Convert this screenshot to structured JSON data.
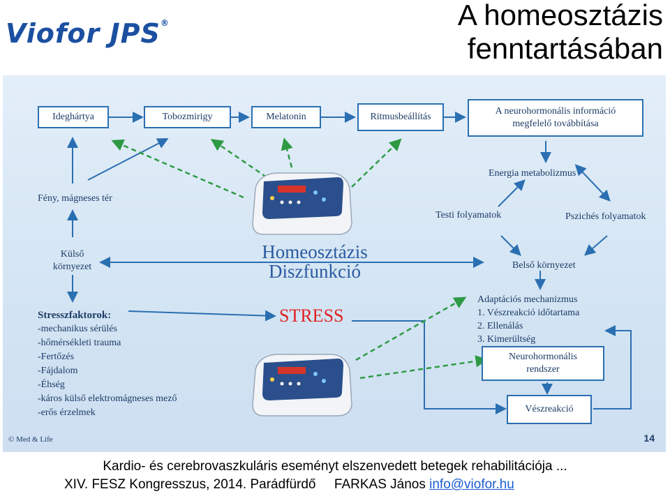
{
  "logo": "Viofor JPS",
  "title_line1": "A homeosztázis",
  "title_line2": "fenntartásában",
  "boxes": {
    "ideghartya": "Ideghártya",
    "tobozmirigy": "Tobozmirigy",
    "melatonin": "Melatonin",
    "ritmus": "Ritmusbeállítás",
    "neuro_info_1": "A neurohormonális információ",
    "neuro_info_2": "megfelelő továbbítása",
    "neurohorm_1": "Neurohormonális",
    "neurohorm_2": "rendszer",
    "veszreakcio": "Vészreakció"
  },
  "labels": {
    "feny": "Fény, mágneses tér",
    "kulso_1": "Külső",
    "kulso_2": "környezet",
    "energia": "Energia metabolizmus",
    "testi": "Testi folyamatok",
    "psziches": "Pszichés folyamatok",
    "belso": "Belső környezet"
  },
  "center": {
    "line1": "Homeosztázis",
    "line2": "Diszfunkció",
    "stress": "STRESS"
  },
  "stressors": {
    "head": "Stresszfaktorok:",
    "items": [
      "-mechanikus sérülés",
      "-hőmérsékleti trauma",
      "-Fertőzés",
      "-Fájdalom",
      "-Éhség",
      "-káros külső elektromágneses mező",
      "-erős érzelmek"
    ]
  },
  "adapt": {
    "head": "Adaptációs mechanizmus",
    "items": [
      "1. Vészreakció időtartama",
      "2. Ellenálás",
      "3. Kimerültség"
    ]
  },
  "copyright": "© Med & Life",
  "page_number": "14",
  "footer": {
    "line1": "Kardio- és cerebrovaszkuláris eseményt elszenvedett betegek rehabilitációja ...",
    "line2": "XIV. FESZ Kongresszus, 2014. Parádfürdő     FARKAS János ",
    "email": "info@viofor.hu"
  },
  "colors": {
    "arrow_blue": "#2a6fb1",
    "arrow_green": "#2e9a44",
    "stress_red": "#e02020",
    "logo_blue": "#1b4fa0"
  }
}
